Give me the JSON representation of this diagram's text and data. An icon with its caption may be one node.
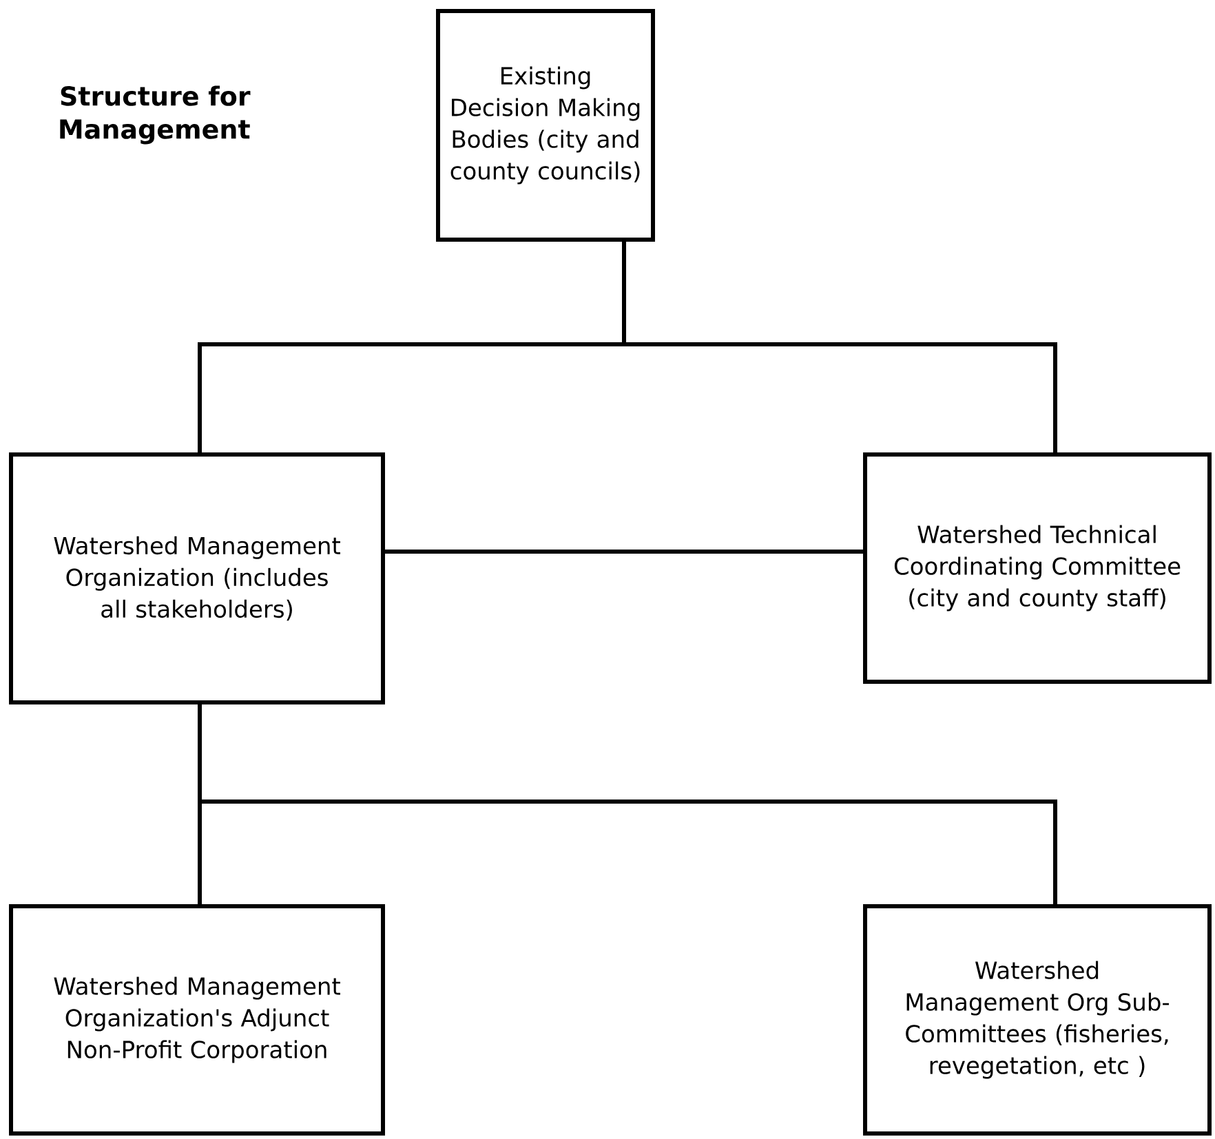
{
  "diagram": {
    "title": "Structure for Management",
    "nodes": [
      {
        "text": [
          "Existing Decision Making Bodies (city and county councils)"
        ]
      },
      {
        "text": [
          "Watershed Management Organization (includes all stakeholders)"
        ]
      },
      {
        "text": [
          "Watershed Technical Coordinating Committee (city and county staff)"
        ]
      },
      {
        "text": [
          "Watershed Management Organization's Adjunct Non-Profit Corporation"
        ]
      },
      {
        "text": [
          "Watershed Management Org Sub-Committees (fisheries, revegetation, etc )"
        ]
      }
    ],
    "edges": [
      {
        "from": 0,
        "to": 1,
        "arrow": "none"
      },
      {
        "from": 0,
        "to": 2,
        "arrow": "none"
      },
      {
        "from": 1,
        "to": 2,
        "arrow": "none"
      },
      {
        "from": 1,
        "to": 3,
        "arrow": "none"
      },
      {
        "from": 1,
        "to": 4,
        "arrow": "none"
      }
    ]
  }
}
